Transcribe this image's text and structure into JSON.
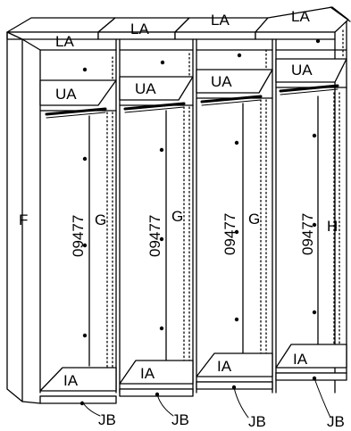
{
  "labels": {
    "side_panel": "F",
    "top_panel": "LA",
    "upper_shelf": "UA",
    "lower_shelf": "IA",
    "plinth": "JB",
    "part_number": "09477",
    "divider_g": "G",
    "divider_h": "H"
  }
}
